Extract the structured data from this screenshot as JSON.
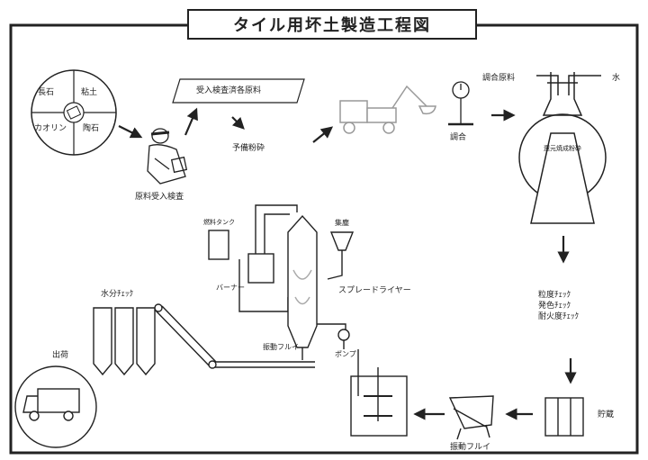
{
  "title": "タイル用坏土製造工程図",
  "raw_materials": {
    "top_left": "長石",
    "top_right": "粘土",
    "bottom_left": "カオリン",
    "bottom_right": "陶石"
  },
  "labels": {
    "material_inspection": "原料受入検査",
    "accepted_material": "受入検査済各原料",
    "pre_crushing": "予備粉砕",
    "weighing": "調合",
    "mixing_material": "調合原料",
    "water": "水",
    "mill_inner": "還元焼成粉砕",
    "check_1": "粒度ﾁｪｯｸ",
    "check_2": "発色ﾁｪｯｸ",
    "check_3": "耐火度ﾁｪｯｸ",
    "storage": "貯蔵",
    "vibrating_sieve": "振動フルイ",
    "fuel_tank": "燃料タンク",
    "burner": "バーナー",
    "dust_collector": "集塵",
    "spray_dryer": "スプレードライヤー",
    "pump": "ポンプ",
    "vibrating_sieve_2": "振動フルイ",
    "moisture_check": "水分ﾁｪｯｸ",
    "shipping": "出荷"
  }
}
